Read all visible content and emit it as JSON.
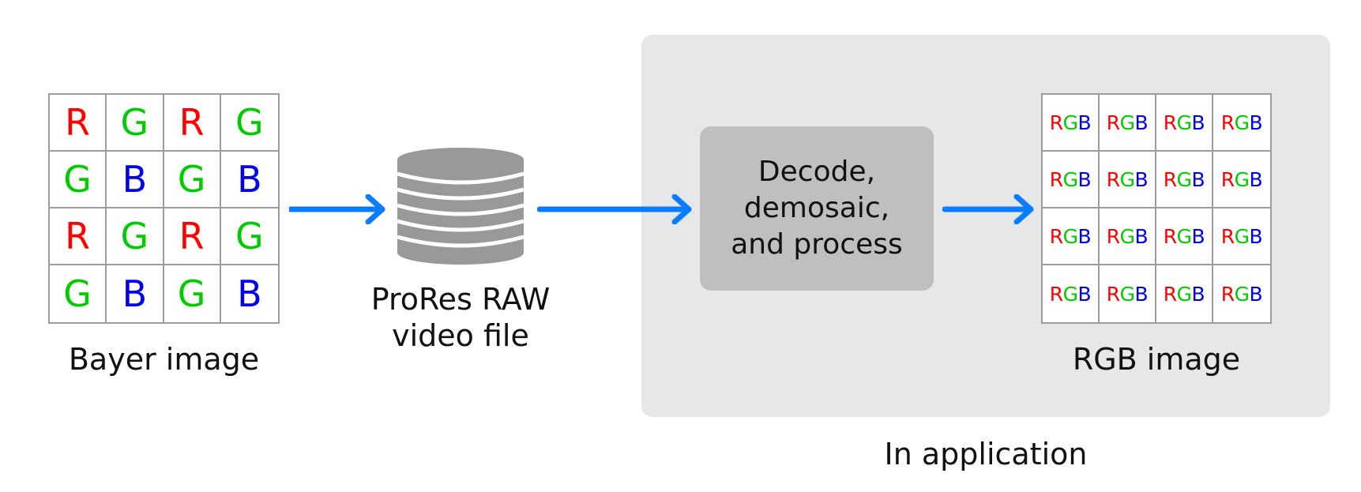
{
  "bayer": {
    "cells": [
      "R",
      "G",
      "R",
      "G",
      "G",
      "B",
      "G",
      "B",
      "R",
      "G",
      "R",
      "G",
      "G",
      "B",
      "G",
      "B"
    ],
    "caption": "Bayer image"
  },
  "file": {
    "caption_line1": "ProRes RAW",
    "caption_line2": "video file"
  },
  "application": {
    "process_line1": "Decode,",
    "process_line2": "demosaic,",
    "process_line3": "and process",
    "label": "In application"
  },
  "rgb": {
    "cells": [
      "RGB",
      "RGB",
      "RGB",
      "RGB",
      "RGB",
      "RGB",
      "RGB",
      "RGB",
      "RGB",
      "RGB",
      "RGB",
      "RGB",
      "RGB",
      "RGB",
      "RGB",
      "RGB"
    ],
    "caption": "RGB image"
  },
  "colors": {
    "red": "#ff0000",
    "green": "#00cc00",
    "blue": "#0000ee",
    "arrow": "#0a7cff",
    "panel": "#e6e7e9",
    "process_box": "#bfbfbf",
    "database": "#999999"
  },
  "icons": {
    "arrow": "arrow-right-icon",
    "file": "database-icon"
  }
}
